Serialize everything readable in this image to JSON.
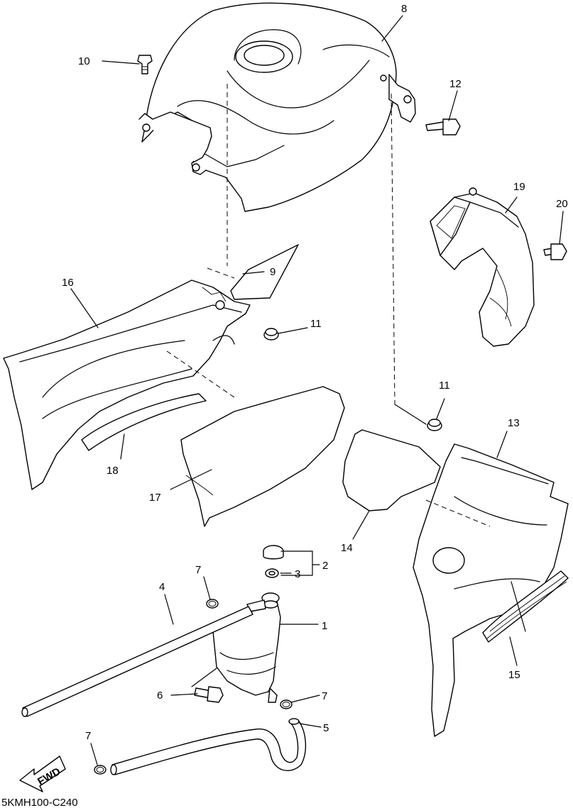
{
  "diagram": {
    "code": "5KMH100-C240",
    "direction_label": "FWD",
    "callouts": {
      "p1": "1",
      "p2": "2",
      "p3": "3",
      "p4": "4",
      "p5": "5",
      "p6": "6",
      "p7a": "7",
      "p7b": "7",
      "p7c": "7",
      "p8": "8",
      "p9": "9",
      "p10": "10",
      "p11a": "11",
      "p11b": "11",
      "p12": "12",
      "p13": "13",
      "p14": "14",
      "p15": "15",
      "p16": "16",
      "p17": "17",
      "p18": "18",
      "p19": "19",
      "p20": "20"
    }
  }
}
